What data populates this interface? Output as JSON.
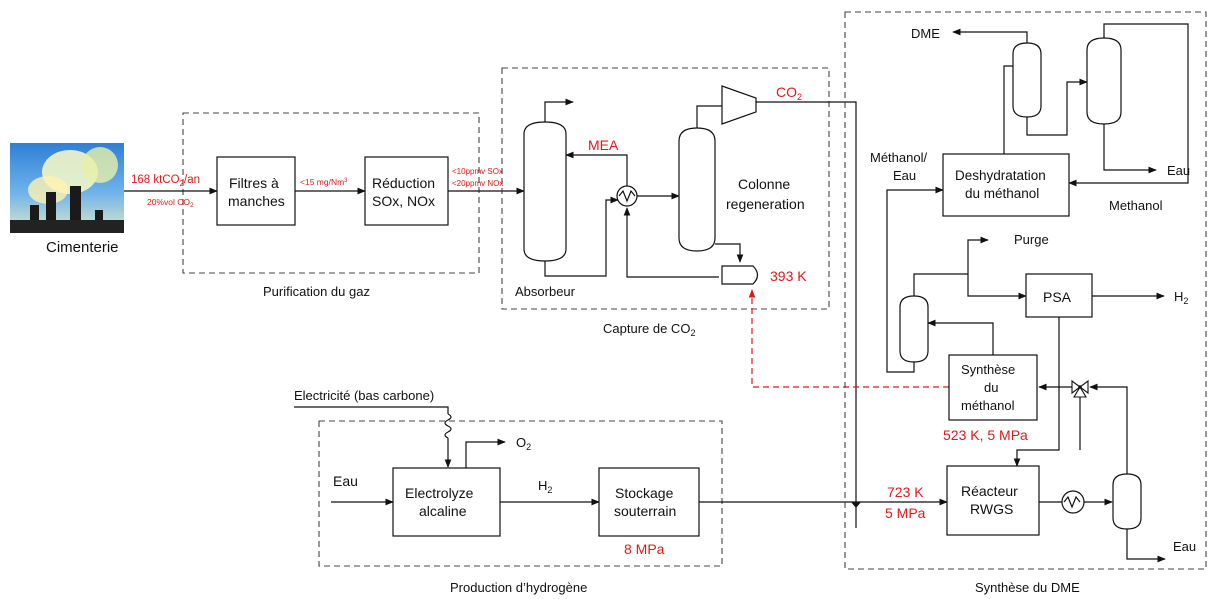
{
  "labels": {
    "cimenterie": "Cimenterie",
    "flow_rate_1": "168 ktCO",
    "flow_rate_sub": "2",
    "flow_rate_2": "/an",
    "co2_fraction": "20%vol CO",
    "co2_fraction_sub": "2",
    "filtres_1": "Filtres à",
    "filtres_2": "manches",
    "dust_limit": "<15 mg/Nm",
    "dust_limit_sup": "3",
    "reduction_1": "Réduction",
    "reduction_2": "SOx, NOx",
    "sox_limit": "<10ppmv SOx",
    "nox_limit": "<20ppmv NOx",
    "purification_section": "Purification du gaz",
    "mea": "MEA",
    "absorbeur": "Absorbeur",
    "colonne_1": "Colonne",
    "colonne_2": "regeneration",
    "co2_out": "CO",
    "co2_out_sub": "2",
    "reboiler_temp": "393 K",
    "capture_section_1": "Capture de CO",
    "capture_section_sub": "2",
    "electricite": "Electricité (bas carbone)",
    "o2": "O",
    "o2_sub": "2",
    "eau_in": "Eau",
    "electrolyze_1": "Electrolyze",
    "electrolyze_2": "alcaline",
    "h2_mid": "H",
    "h2_mid_sub": "2",
    "stockage_1": "Stockage",
    "stockage_2": "souterrain",
    "storage_pressure": "8 MPa",
    "hydrogene_section": "Production d’hydrogène",
    "dme": "DME",
    "methanol_eau_1": "Méthanol/",
    "methanol_eau_2": "Eau",
    "deshydratation_1": "Deshydratation",
    "deshydratation_2": "du méthanol",
    "eau_top": "Eau",
    "methanol_recycle": "Methanol",
    "purge": "Purge",
    "psa": "PSA",
    "h2_out": "H",
    "h2_out_sub": "2",
    "synthese_1": "Synthèse",
    "synthese_2": "du",
    "synthese_3": "méthanol",
    "synthese_conditions": "523 K, 5 MPa",
    "rwgs_temp": "723 K",
    "rwgs_pressure": "5 MPa",
    "reacteur_1": "Réacteur",
    "reacteur_2": "RWGS",
    "eau_bottom": "Eau",
    "dme_section": "Synthèse du DME"
  }
}
